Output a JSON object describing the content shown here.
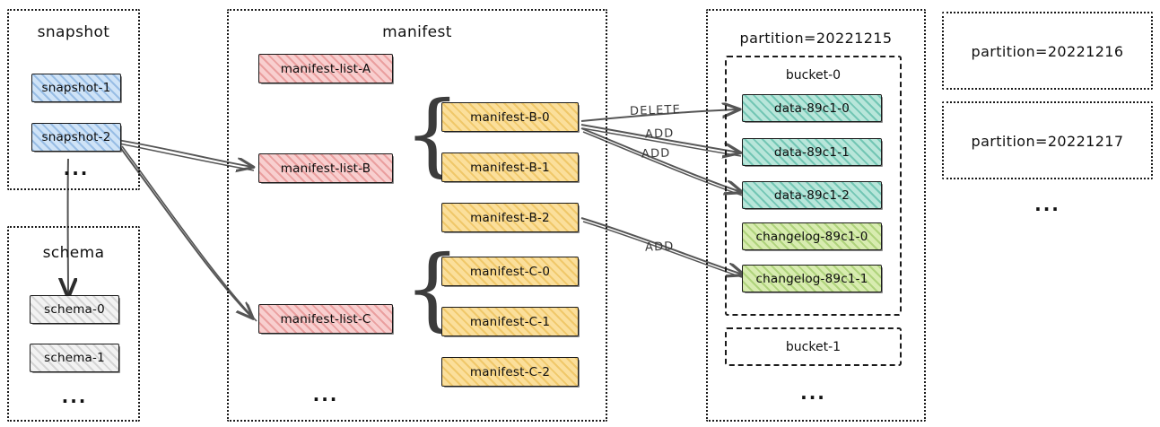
{
  "groups": {
    "snapshot": {
      "title": "snapshot"
    },
    "schema": {
      "title": "schema"
    },
    "manifest": {
      "title": "manifest"
    },
    "partition_1215": {
      "title": "partition=20221215"
    },
    "partition_1216": {
      "title": "partition=20221216"
    },
    "partition_1217": {
      "title": "partition=20221217"
    }
  },
  "buckets": {
    "bucket0": "bucket-0",
    "bucket1": "bucket-1"
  },
  "snapshots": [
    {
      "label": "snapshot-1"
    },
    {
      "label": "snapshot-2"
    }
  ],
  "schemas": [
    {
      "label": "schema-0"
    },
    {
      "label": "schema-1"
    }
  ],
  "manifest_lists": [
    {
      "label": "manifest-list-A"
    },
    {
      "label": "manifest-list-B"
    },
    {
      "label": "manifest-list-C"
    }
  ],
  "manifests_b": [
    {
      "label": "manifest-B-0"
    },
    {
      "label": "manifest-B-1"
    },
    {
      "label": "manifest-B-2"
    }
  ],
  "manifests_c": [
    {
      "label": "manifest-C-0"
    },
    {
      "label": "manifest-C-1"
    },
    {
      "label": "manifest-C-2"
    }
  ],
  "data_files": [
    {
      "label": "data-89c1-0"
    },
    {
      "label": "data-89c1-1"
    },
    {
      "label": "data-89c1-2"
    }
  ],
  "changelog_files": [
    {
      "label": "changelog-89c1-0"
    },
    {
      "label": "changelog-89c1-1"
    }
  ],
  "edges": [
    {
      "label": "DELETE",
      "from": "manifest-B-0",
      "to": "data-89c1-0"
    },
    {
      "label": "ADD",
      "from": "manifest-B-0",
      "to": "data-89c1-1"
    },
    {
      "label": "ADD",
      "from": "manifest-B-0",
      "to": "data-89c1-2"
    },
    {
      "label": "ADD",
      "from": "manifest-B-2",
      "to": "changelog-89c1-1"
    }
  ],
  "ellipsis": {
    "snapshot": "...",
    "schema": "...",
    "manifest": "...",
    "partition_right": "...",
    "bucket": "..."
  },
  "colors": {
    "snapshot": "#cfe3f7",
    "manifest_list": "#f8cfcf",
    "manifest": "#fbdf9b",
    "schema": "#f2f2f2",
    "data": "#b8e6da",
    "changelog": "#d8ecb0",
    "outline": "#1b1b1b",
    "arrow": "#555555",
    "background": "#ffffff"
  }
}
